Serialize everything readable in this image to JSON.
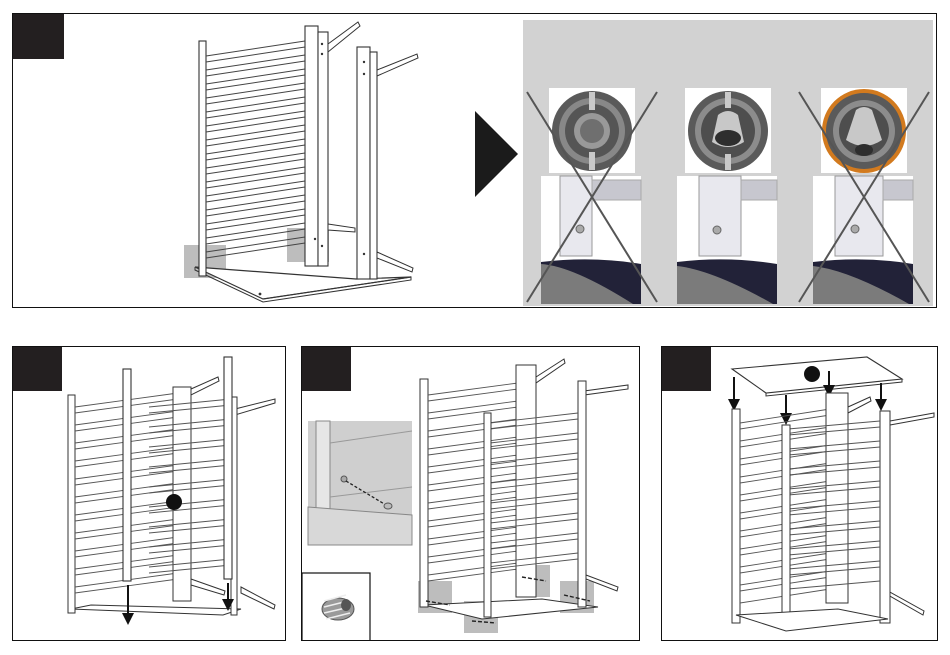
{
  "document": {
    "type": "assembly-instructions",
    "colors": {
      "frame": "#111111",
      "step_tab": "#231f20",
      "highlight": "#bdbdbd",
      "detail_background": "#d2d2d2",
      "wrong_mark": "#555555",
      "orange_ring": "#d27a1e"
    },
    "icons": [
      "arrow-right-icon",
      "cross-icon",
      "down-arrow-icon",
      "threaded-insert-icon"
    ]
  },
  "panels": {
    "step1": {
      "detail_variants": [
        "wrong",
        "correct",
        "wrong"
      ]
    },
    "step2": {},
    "step3": {},
    "step4": {}
  }
}
